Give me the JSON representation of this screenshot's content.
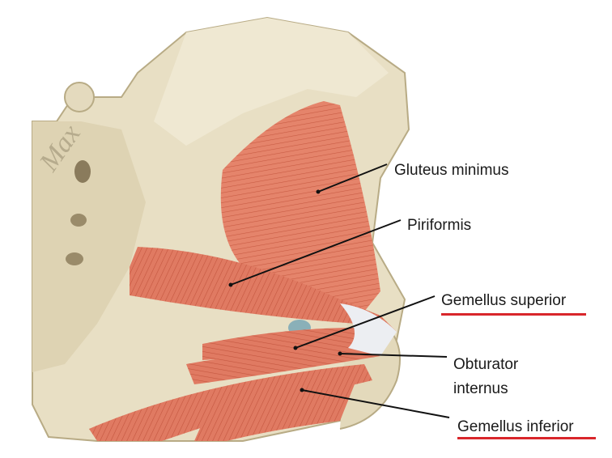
{
  "watermark": "Max",
  "labels": {
    "gluteus_minimus": "Gluteus minimus",
    "piriformis": "Piriformis",
    "gemellus_superior": "Gemellus superior",
    "obturator_internus_1": "Obturator",
    "obturator_internus_2": "internus",
    "gemellus_inferior": "Gemellus inferior"
  },
  "colors": {
    "bone": "#e8dfc4",
    "bone_shadow": "#c9bd98",
    "muscle": "#e07a62",
    "muscle_dark": "#c4563f",
    "tendon": "#eceef2",
    "underline": "#d9262b"
  }
}
